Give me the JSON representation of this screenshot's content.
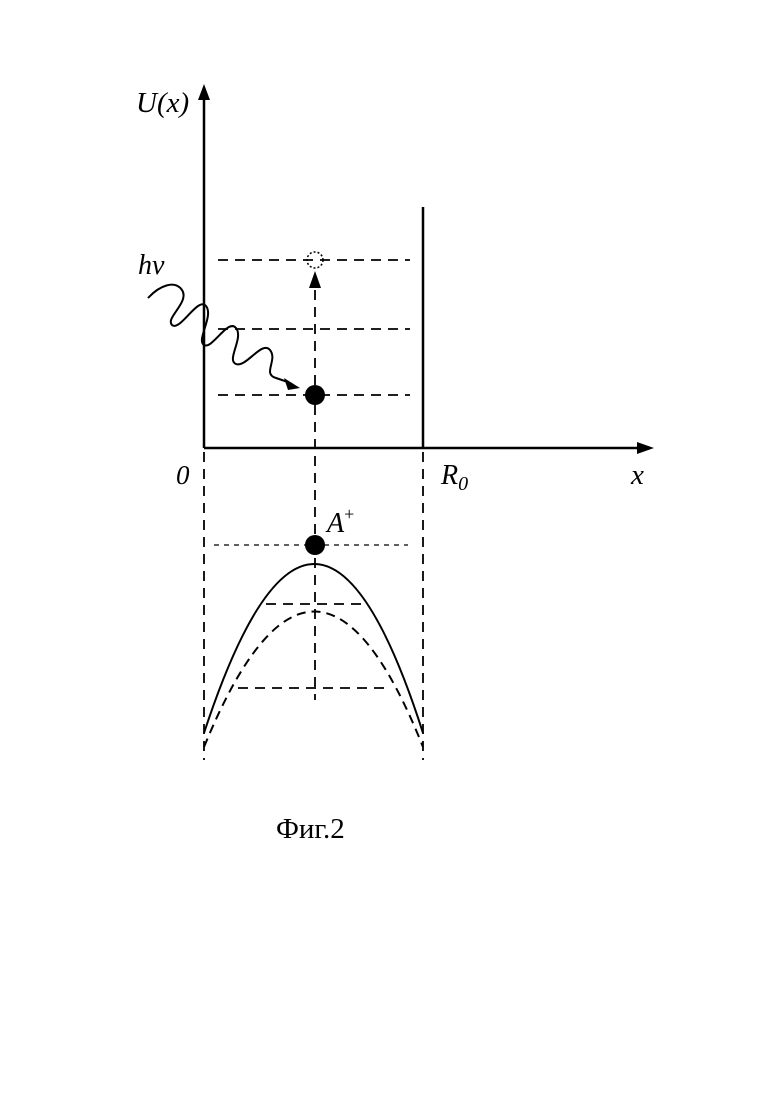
{
  "labels": {
    "y_axis": "U(x)",
    "x_axis": "x",
    "origin": "0",
    "well_edge": "R",
    "well_edge_subscript": "0",
    "photon": "hv",
    "ion": "A",
    "ion_charge": "+"
  },
  "caption": "Фиг.2"
}
